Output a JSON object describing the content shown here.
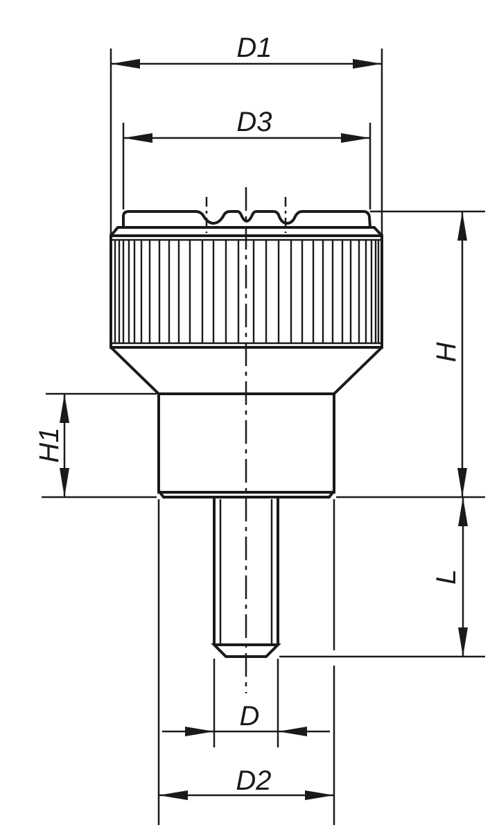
{
  "drawing": {
    "subject": "Knurled thumb screw with threaded stem",
    "line_color": "#1a1a1a",
    "background": "#ffffff"
  },
  "dimensions": {
    "d1": "D1",
    "d3": "D3",
    "h": "H",
    "h1": "H1",
    "l": "L",
    "d": "D",
    "d2": "D2"
  }
}
